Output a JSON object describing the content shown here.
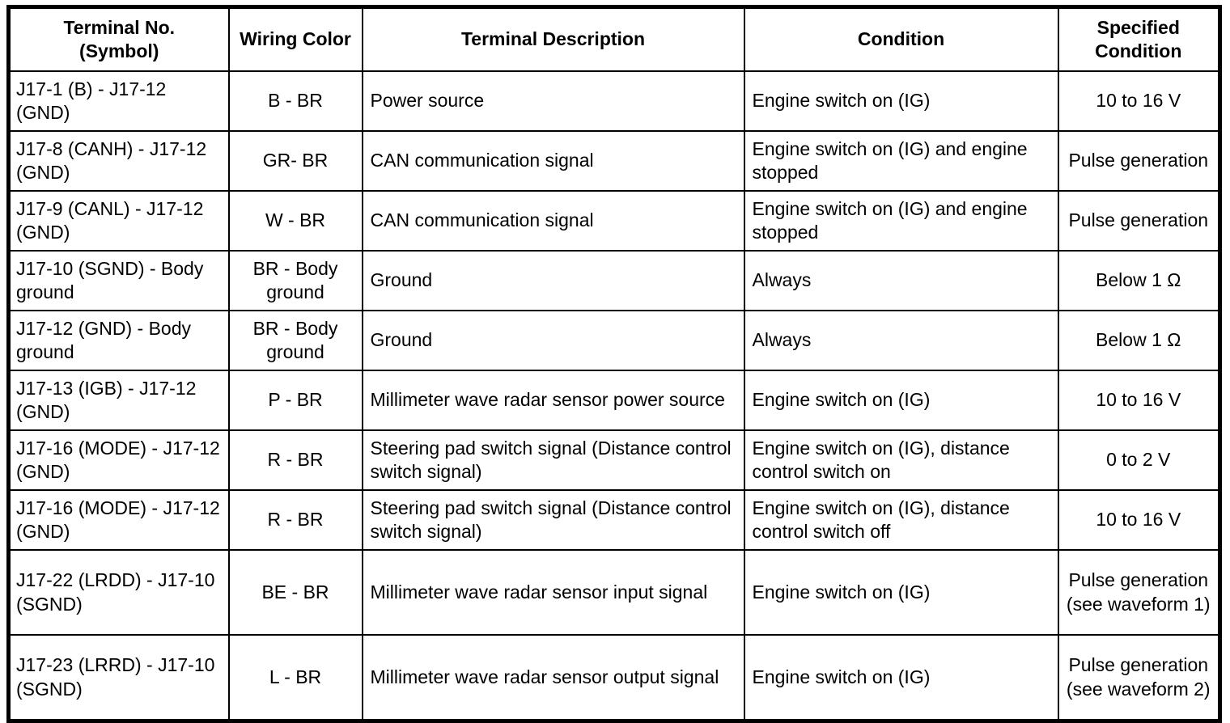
{
  "table": {
    "name": "terminal-inspection-table",
    "border_color": "#000000",
    "background_color": "#ffffff",
    "text_color": "#000000",
    "columns": [
      {
        "key": "terminal",
        "header": "Terminal No.\n(Symbol)"
      },
      {
        "key": "wiring",
        "header": "Wiring Color"
      },
      {
        "key": "description",
        "header": "Terminal Description"
      },
      {
        "key": "condition",
        "header": "Condition"
      },
      {
        "key": "specified",
        "header": "Specified\nCondition"
      }
    ],
    "rows": [
      {
        "terminal": "J17-1 (B) - J17-12 (GND)",
        "wiring": "B - BR",
        "description": "Power source",
        "condition": "Engine switch on (IG)",
        "specified": "10 to 16 V"
      },
      {
        "terminal": "J17-8 (CANH) - J17-12 (GND)",
        "wiring": "GR- BR",
        "description": "CAN communication signal",
        "condition": "Engine switch on (IG) and engine stopped",
        "specified": "Pulse generation"
      },
      {
        "terminal": "J17-9 (CANL) - J17-12 (GND)",
        "wiring": "W - BR",
        "description": "CAN communication signal",
        "condition": "Engine switch on (IG) and engine stopped",
        "specified": "Pulse generation"
      },
      {
        "terminal": "J17-10 (SGND) - Body ground",
        "wiring": "BR - Body ground",
        "description": "Ground",
        "condition": "Always",
        "specified": "Below 1 Ω"
      },
      {
        "terminal": "J17-12 (GND) - Body ground",
        "wiring": "BR - Body ground",
        "description": "Ground",
        "condition": "Always",
        "specified": "Below 1 Ω"
      },
      {
        "terminal": "J17-13 (IGB) - J17-12 (GND)",
        "wiring": "P - BR",
        "description": "Millimeter wave radar sensor power source",
        "condition": "Engine switch on (IG)",
        "specified": "10 to 16 V"
      },
      {
        "terminal": "J17-16 (MODE) - J17-12 (GND)",
        "wiring": "R - BR",
        "description": "Steering pad switch signal (Distance control switch signal)",
        "condition": "Engine switch on (IG), distance control switch on",
        "specified": "0 to 2 V"
      },
      {
        "terminal": "J17-16 (MODE) - J17-12 (GND)",
        "wiring": "R - BR",
        "description": "Steering pad switch signal (Distance control switch signal)",
        "condition": "Engine switch on (IG), distance control switch off",
        "specified": "10 to 16 V"
      },
      {
        "terminal": "J17-22 (LRDD) - J17-10 (SGND)",
        "wiring": "BE - BR",
        "description": "Millimeter wave radar sensor input signal",
        "condition": "Engine switch on (IG)",
        "specified": "Pulse generation (see waveform 1)"
      },
      {
        "terminal": "J17-23 (LRRD) - J17-10 (SGND)",
        "wiring": "L - BR",
        "description": "Millimeter wave radar sensor output signal",
        "condition": "Engine switch on (IG)",
        "specified": "Pulse generation (see waveform 2)"
      }
    ]
  }
}
